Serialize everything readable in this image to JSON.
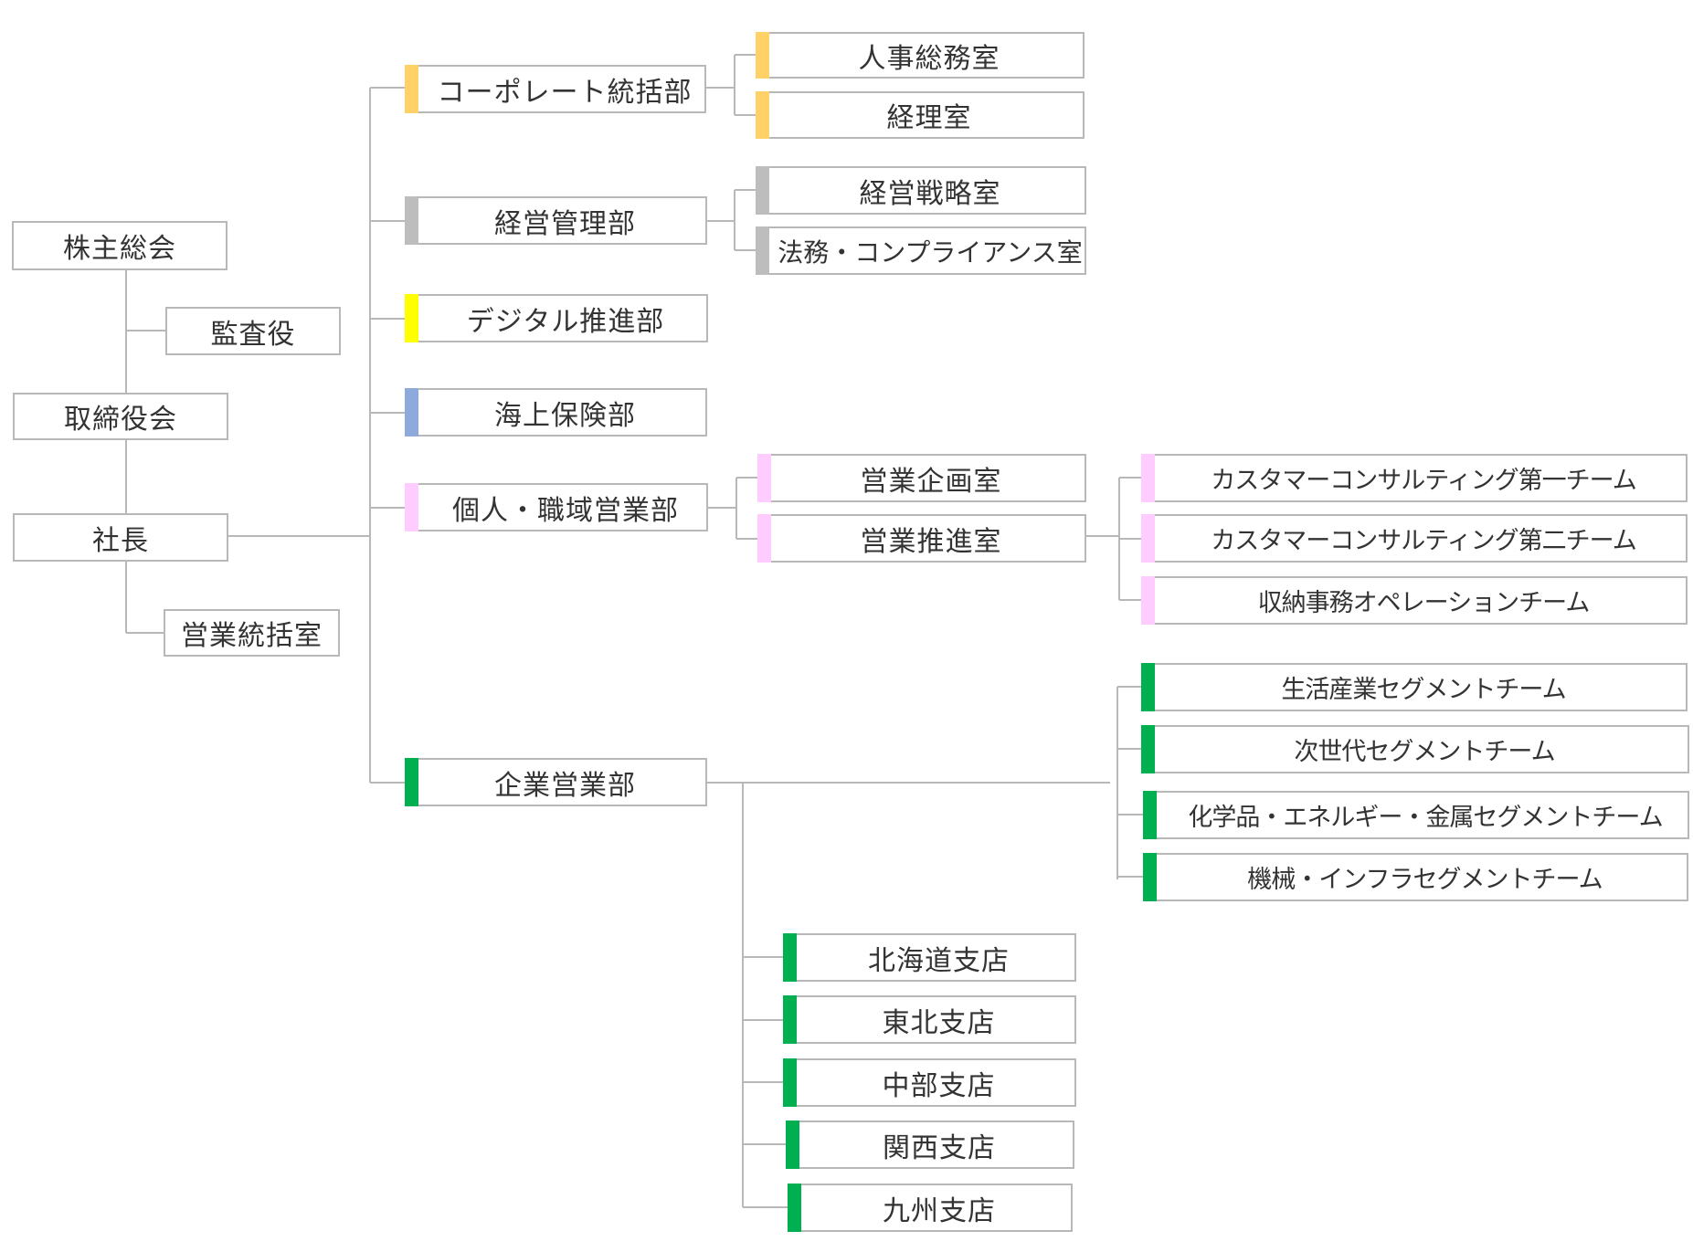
{
  "org": {
    "governance": {
      "shareholders": "株主総会",
      "auditor": "監査役",
      "board": "取締役会",
      "president": "社長",
      "sales_office": "営業統括室"
    },
    "corporate": {
      "name": "コーポレート統括部",
      "accent": "#ffd166",
      "children": [
        "人事総務室",
        "経理室"
      ]
    },
    "management": {
      "name": "経営管理部",
      "accent": "#bdbdbd",
      "children": [
        "経営戦略室",
        "法務・コンプライアンス室"
      ]
    },
    "digital": {
      "name": "デジタル推進部",
      "accent": "#ffff00"
    },
    "marine": {
      "name": "海上保険部",
      "accent": "#8ea9db"
    },
    "personal": {
      "name": "個人・職域営業部",
      "accent": "#ffccff",
      "children": [
        "営業企画室",
        "営業推進室"
      ],
      "teams": [
        "カスタマーコンサルティング第一チーム",
        "カスタマーコンサルティング第二チーム",
        "収納事務オペレーションチーム"
      ]
    },
    "enterprise": {
      "name": "企業営業部",
      "accent": "#00b050",
      "teams": [
        "生活産業セグメントチーム",
        "次世代セグメントチーム",
        "化学品・エネルギー・金属セグメントチーム",
        "機械・インフラセグメントチーム"
      ],
      "branches": [
        "北海道支店",
        "東北支店",
        "中部支店",
        "関西支店",
        "九州支店"
      ]
    }
  }
}
